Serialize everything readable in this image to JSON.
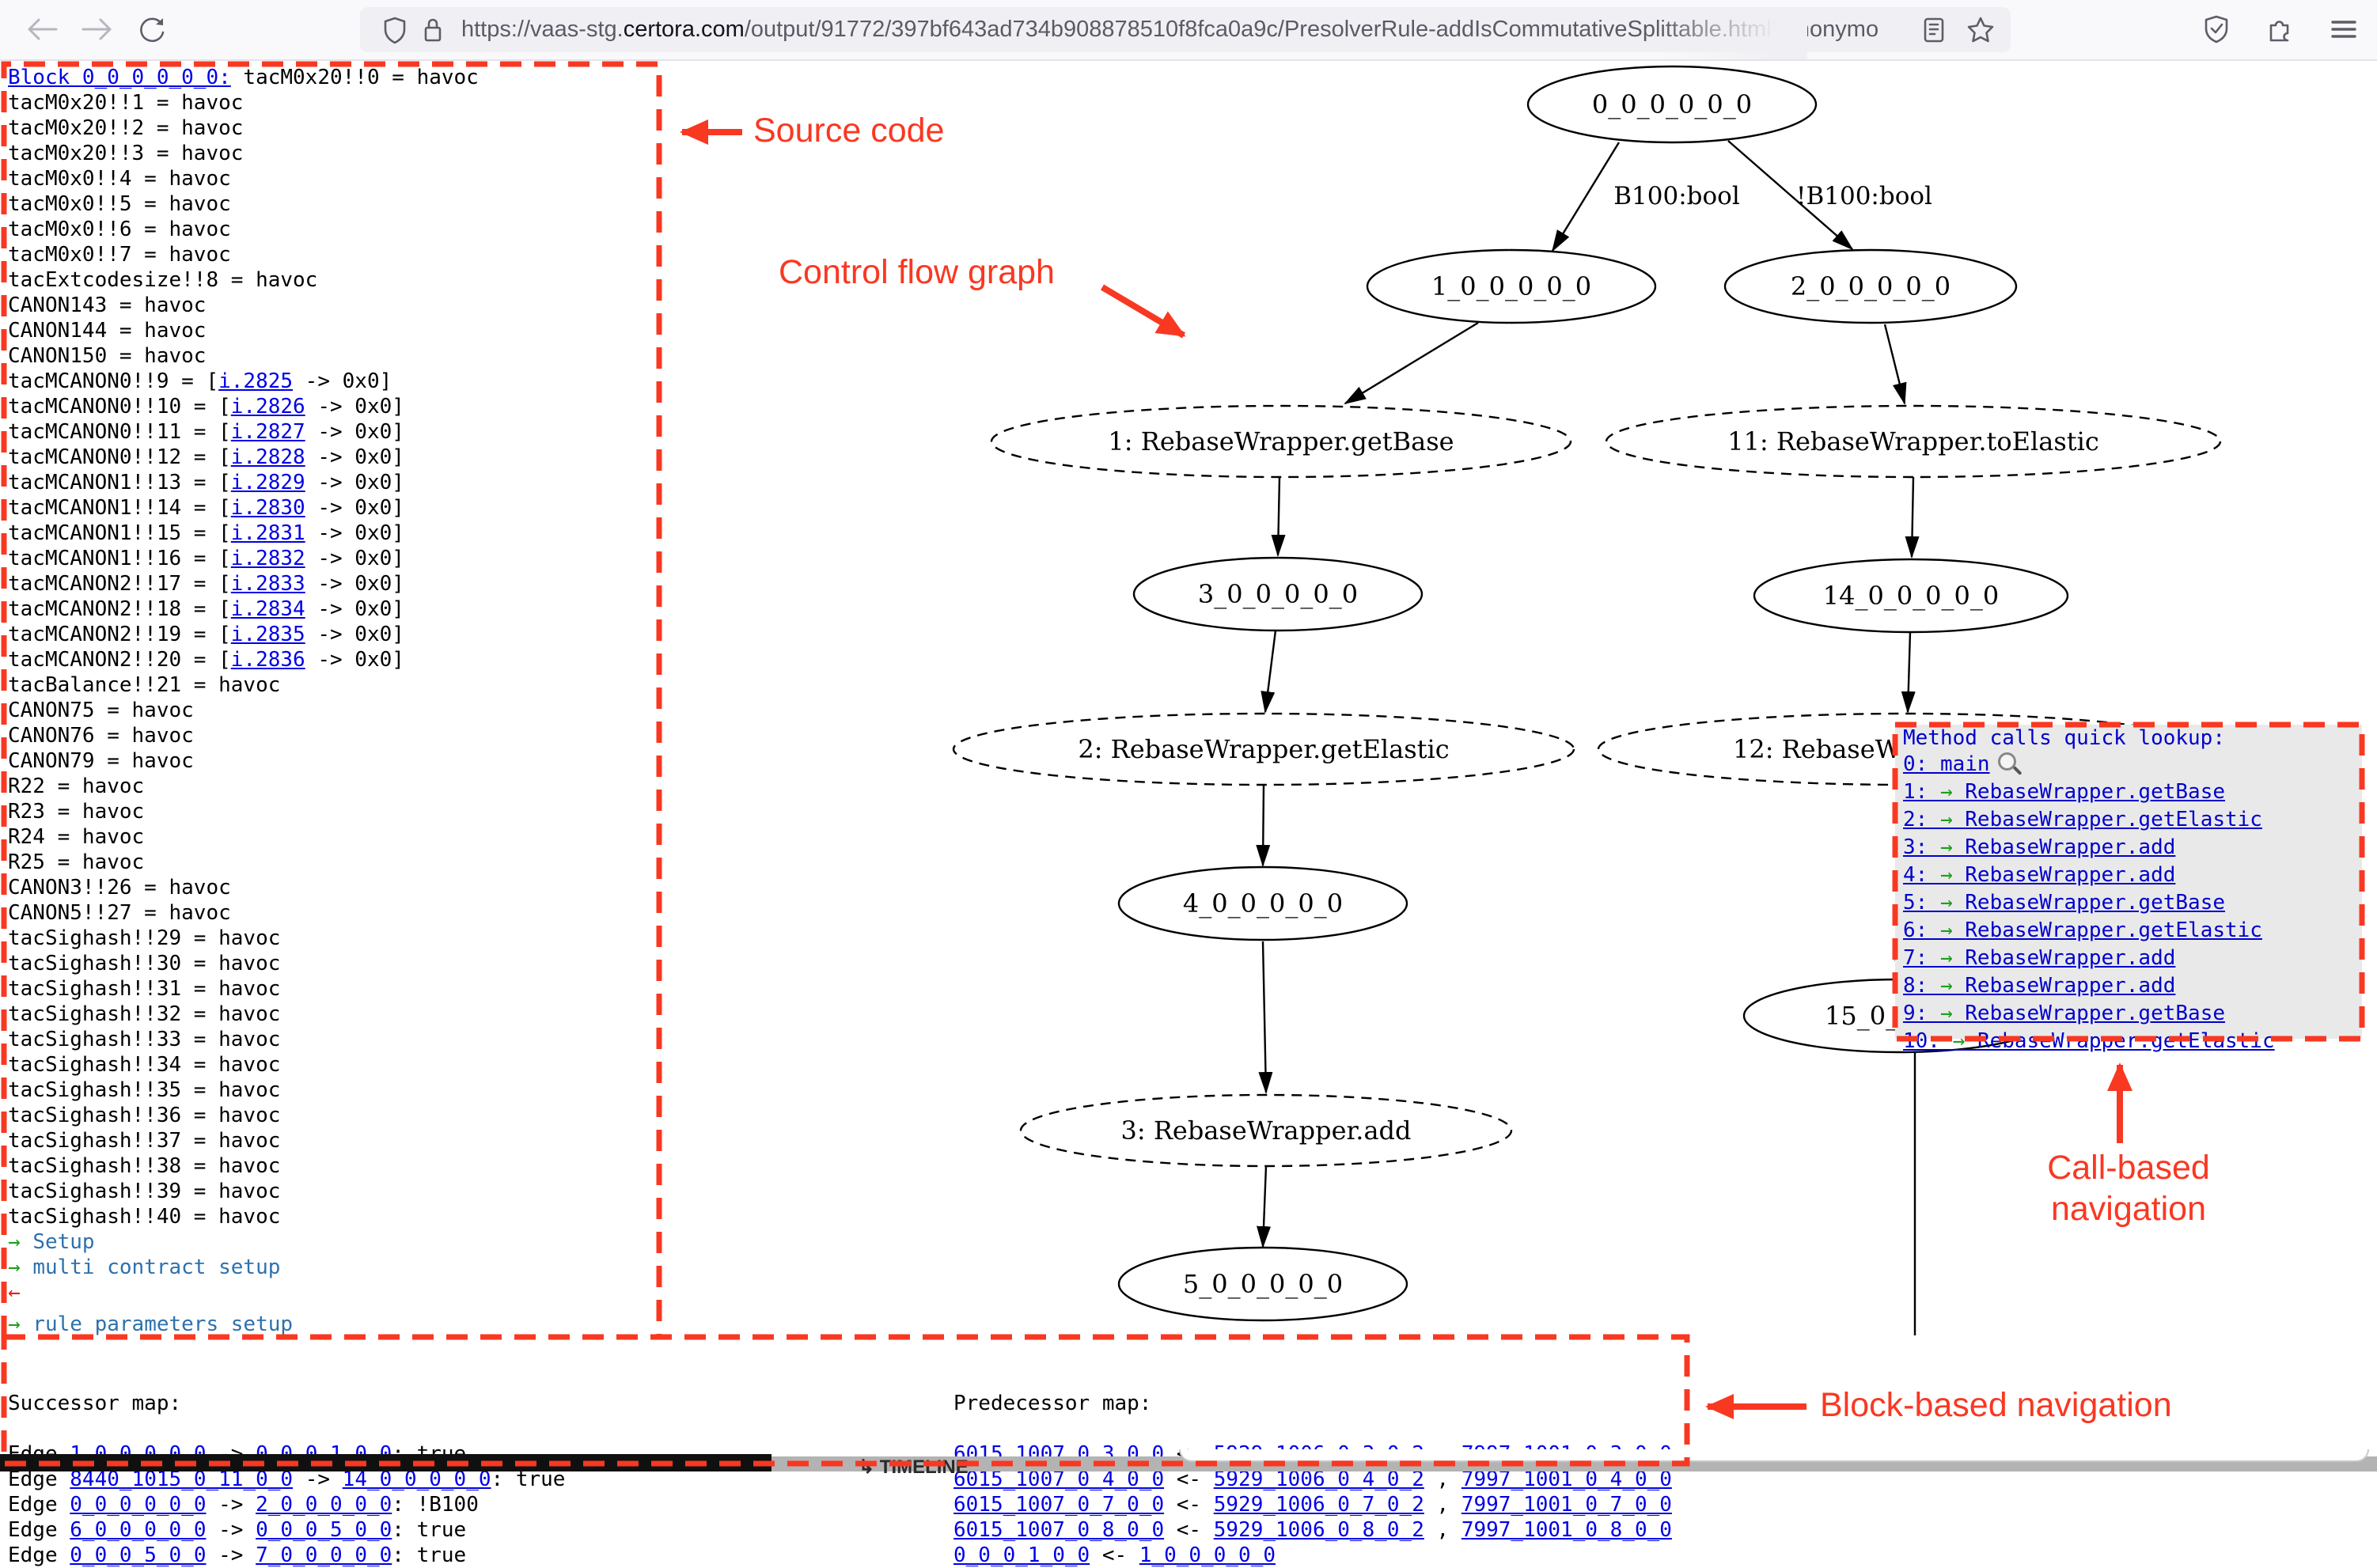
{
  "browser": {
    "url": {
      "prefix": "https://vaas-stg.",
      "domain": "certora.com",
      "path": "/output/91772/397bf643ad734b908878510f8fca0a9c/PresolverRule-addIsCommutativeSplittable.html?anonymo"
    }
  },
  "colors": {
    "annotation_red": "#f93822",
    "link_blue": "#0000e6",
    "setup_blue": "#2d71ad",
    "arrow_green": "#1ca01c",
    "panel_gray": "#e9e9e9"
  },
  "annotations": {
    "source_code": "Source code",
    "control_flow_graph": "Control flow graph",
    "call_based_line1": "Call-based",
    "call_based_line2": "navigation",
    "block_based": "Block-based navigation"
  },
  "source_panel": {
    "lines": [
      [
        [
          "l",
          "Block 0_0_0_0_0_0:"
        ],
        [
          "t",
          " tacM0x20!!0 = havoc"
        ]
      ],
      [
        [
          "t",
          "tacM0x20!!1 = havoc"
        ]
      ],
      [
        [
          "t",
          "tacM0x20!!2 = havoc"
        ]
      ],
      [
        [
          "t",
          "tacM0x20!!3 = havoc"
        ]
      ],
      [
        [
          "t",
          "tacM0x0!!4 = havoc"
        ]
      ],
      [
        [
          "t",
          "tacM0x0!!5 = havoc"
        ]
      ],
      [
        [
          "t",
          "tacM0x0!!6 = havoc"
        ]
      ],
      [
        [
          "t",
          "tacM0x0!!7 = havoc"
        ]
      ],
      [
        [
          "t",
          "tacExtcodesize!!8 = havoc"
        ]
      ],
      [
        [
          "t",
          "CANON143 = havoc"
        ]
      ],
      [
        [
          "t",
          "CANON144 = havoc"
        ]
      ],
      [
        [
          "t",
          "CANON150 = havoc"
        ]
      ],
      [
        [
          "t",
          "tacMCANON0!!9 = ["
        ],
        [
          "l",
          "i.2825"
        ],
        [
          "t",
          " -> 0x0]"
        ]
      ],
      [
        [
          "t",
          "tacMCANON0!!10 = ["
        ],
        [
          "l",
          "i.2826"
        ],
        [
          "t",
          " -> 0x0]"
        ]
      ],
      [
        [
          "t",
          "tacMCANON0!!11 = ["
        ],
        [
          "l",
          "i.2827"
        ],
        [
          "t",
          " -> 0x0]"
        ]
      ],
      [
        [
          "t",
          "tacMCANON0!!12 = ["
        ],
        [
          "l",
          "i.2828"
        ],
        [
          "t",
          " -> 0x0]"
        ]
      ],
      [
        [
          "t",
          "tacMCANON1!!13 = ["
        ],
        [
          "l",
          "i.2829"
        ],
        [
          "t",
          " -> 0x0]"
        ]
      ],
      [
        [
          "t",
          "tacMCANON1!!14 = ["
        ],
        [
          "l",
          "i.2830"
        ],
        [
          "t",
          " -> 0x0]"
        ]
      ],
      [
        [
          "t",
          "tacMCANON1!!15 = ["
        ],
        [
          "l",
          "i.2831"
        ],
        [
          "t",
          " -> 0x0]"
        ]
      ],
      [
        [
          "t",
          "tacMCANON1!!16 = ["
        ],
        [
          "l",
          "i.2832"
        ],
        [
          "t",
          " -> 0x0]"
        ]
      ],
      [
        [
          "t",
          "tacMCANON2!!17 = ["
        ],
        [
          "l",
          "i.2833"
        ],
        [
          "t",
          " -> 0x0]"
        ]
      ],
      [
        [
          "t",
          "tacMCANON2!!18 = ["
        ],
        [
          "l",
          "i.2834"
        ],
        [
          "t",
          " -> 0x0]"
        ]
      ],
      [
        [
          "t",
          "tacMCANON2!!19 = ["
        ],
        [
          "l",
          "i.2835"
        ],
        [
          "t",
          " -> 0x0]"
        ]
      ],
      [
        [
          "t",
          "tacMCANON2!!20 = ["
        ],
        [
          "l",
          "i.2836"
        ],
        [
          "t",
          " -> 0x0]"
        ]
      ],
      [
        [
          "t",
          "tacBalance!!21 = havoc"
        ]
      ],
      [
        [
          "t",
          "CANON75 = havoc"
        ]
      ],
      [
        [
          "t",
          "CANON76 = havoc"
        ]
      ],
      [
        [
          "t",
          "CANON79 = havoc"
        ]
      ],
      [
        [
          "t",
          "R22 = havoc"
        ]
      ],
      [
        [
          "t",
          "R23 = havoc"
        ]
      ],
      [
        [
          "t",
          "R24 = havoc"
        ]
      ],
      [
        [
          "t",
          "R25 = havoc"
        ]
      ],
      [
        [
          "t",
          "CANON3!!26 = havoc"
        ]
      ],
      [
        [
          "t",
          "CANON5!!27 = havoc"
        ]
      ],
      [
        [
          "t",
          "tacSighash!!29 = havoc"
        ]
      ],
      [
        [
          "t",
          "tacSighash!!30 = havoc"
        ]
      ],
      [
        [
          "t",
          "tacSighash!!31 = havoc"
        ]
      ],
      [
        [
          "t",
          "tacSighash!!32 = havoc"
        ]
      ],
      [
        [
          "t",
          "tacSighash!!33 = havoc"
        ]
      ],
      [
        [
          "t",
          "tacSighash!!34 = havoc"
        ]
      ],
      [
        [
          "t",
          "tacSighash!!35 = havoc"
        ]
      ],
      [
        [
          "t",
          "tacSighash!!36 = havoc"
        ]
      ],
      [
        [
          "t",
          "tacSighash!!37 = havoc"
        ]
      ],
      [
        [
          "t",
          "tacSighash!!38 = havoc"
        ]
      ],
      [
        [
          "t",
          "tacSighash!!39 = havoc"
        ]
      ],
      [
        [
          "t",
          "tacSighash!!40 = havoc"
        ]
      ],
      [
        [
          "g",
          "→ "
        ],
        [
          "b",
          "Setup"
        ]
      ],
      [
        [
          "g",
          "→ "
        ],
        [
          "b",
          "multi contract setup"
        ]
      ],
      [
        [
          "r",
          "←"
        ]
      ],
      [
        [
          "s",
          ""
        ]
      ],
      [
        [
          "g",
          "→ "
        ],
        [
          "b",
          "rule parameters setup"
        ]
      ]
    ]
  },
  "successor_map": {
    "title": "Successor map:",
    "rows": [
      [
        [
          "t",
          "Edge "
        ],
        [
          "l",
          "1_0_0_0_0_0"
        ],
        [
          "t",
          " -> "
        ],
        [
          "l",
          "0_0_0_1_0_0"
        ],
        [
          "t",
          ": true"
        ]
      ],
      [
        [
          "t",
          "Edge "
        ],
        [
          "l",
          "8440_1015_0_11_0_0"
        ],
        [
          "t",
          " -> "
        ],
        [
          "l",
          "14_0_0_0_0_0"
        ],
        [
          "t",
          ": true"
        ]
      ],
      [
        [
          "t",
          "Edge "
        ],
        [
          "l",
          "0_0_0_0_0_0"
        ],
        [
          "t",
          " -> "
        ],
        [
          "l",
          "2_0_0_0_0_0"
        ],
        [
          "t",
          ": !B100"
        ]
      ],
      [
        [
          "t",
          "Edge "
        ],
        [
          "l",
          "6_0_0_0_0_0"
        ],
        [
          "t",
          " -> "
        ],
        [
          "l",
          "0_0_0_5_0_0"
        ],
        [
          "t",
          ": true"
        ]
      ],
      [
        [
          "t",
          "Edge "
        ],
        [
          "l",
          "0_0_0_5_0_0"
        ],
        [
          "t",
          " -> "
        ],
        [
          "l",
          "7_0_0_0_0_0"
        ],
        [
          "t",
          ": true"
        ]
      ]
    ]
  },
  "predecessor_map": {
    "title": "Predecessor map:",
    "rows": [
      [
        [
          "l",
          "6015_1007_0_3_0_0"
        ],
        [
          "t",
          " <- "
        ],
        [
          "l",
          "5929_1006_0_3_0_2"
        ],
        [
          "t",
          " , "
        ],
        [
          "l",
          "7997_1001_0_3_0_0"
        ]
      ],
      [
        [
          "l",
          "6015_1007_0_4_0_0"
        ],
        [
          "t",
          " <- "
        ],
        [
          "l",
          "5929_1006_0_4_0_2"
        ],
        [
          "t",
          " , "
        ],
        [
          "l",
          "7997_1001_0_4_0_0"
        ]
      ],
      [
        [
          "l",
          "6015_1007_0_7_0_0"
        ],
        [
          "t",
          " <- "
        ],
        [
          "l",
          "5929_1006_0_7_0_2"
        ],
        [
          "t",
          " , "
        ],
        [
          "l",
          "7997_1001_0_7_0_0"
        ]
      ],
      [
        [
          "l",
          "6015_1007_0_8_0_0"
        ],
        [
          "t",
          " <- "
        ],
        [
          "l",
          "5929_1006_0_8_0_2"
        ],
        [
          "t",
          " , "
        ],
        [
          "l",
          "7997_1001_0_8_0_0"
        ]
      ],
      [
        [
          "l",
          "0_0_0_1_0_0"
        ],
        [
          "t",
          " <- "
        ],
        [
          "l",
          "1_0_0_0_0_0"
        ]
      ]
    ]
  },
  "method_panel": {
    "title": "Method calls quick lookup:",
    "entries": [
      {
        "num": "0: ",
        "arrow": "",
        "name": "main",
        "magnifier": true
      },
      {
        "num": "1: ",
        "arrow": "→ ",
        "name": "RebaseWrapper.getBase"
      },
      {
        "num": "2: ",
        "arrow": "→ ",
        "name": "RebaseWrapper.getElastic"
      },
      {
        "num": "3: ",
        "arrow": "→ ",
        "name": "RebaseWrapper.add"
      },
      {
        "num": "4: ",
        "arrow": "→ ",
        "name": "RebaseWrapper.add"
      },
      {
        "num": "5: ",
        "arrow": "→ ",
        "name": "RebaseWrapper.getBase"
      },
      {
        "num": "6: ",
        "arrow": "→ ",
        "name": "RebaseWrapper.getElastic"
      },
      {
        "num": "7: ",
        "arrow": "→ ",
        "name": "RebaseWrapper.add"
      },
      {
        "num": "8: ",
        "arrow": "→ ",
        "name": "RebaseWrapper.add"
      },
      {
        "num": "9: ",
        "arrow": "→ ",
        "name": "RebaseWrapper.getBase"
      },
      {
        "num": "10: ",
        "arrow": "→ ",
        "name": "RebaseWrapper.getElastic"
      }
    ]
  },
  "graph": {
    "nodes": [
      {
        "id": "n0",
        "label": "0_0_0_0_0_0",
        "dashed": false
      },
      {
        "id": "n1",
        "label": "1_0_0_0_0_0",
        "dashed": false
      },
      {
        "id": "n2",
        "label": "2_0_0_0_0_0",
        "dashed": false
      },
      {
        "id": "b1",
        "label": "1: RebaseWrapper.getBase",
        "dashed": true
      },
      {
        "id": "b11",
        "label": "11: RebaseWrapper.toElastic",
        "dashed": true
      },
      {
        "id": "n3",
        "label": "3_0_0_0_0_0",
        "dashed": false
      },
      {
        "id": "n14",
        "label": "14_0_0_0_0_0",
        "dashed": false
      },
      {
        "id": "b2",
        "label": "2: RebaseWrapper.getElastic",
        "dashed": true
      },
      {
        "id": "b12",
        "label": "12: RebaseW",
        "dashed": true,
        "truncated": true
      },
      {
        "id": "n4",
        "label": "4_0_0_0_0_0",
        "dashed": false
      },
      {
        "id": "n15",
        "label": "15_0_",
        "dashed": false,
        "truncated": true
      },
      {
        "id": "b3",
        "label": "3: RebaseWrapper.add",
        "dashed": true
      },
      {
        "id": "n5",
        "label": "5_0_0_0_0_0",
        "dashed": false
      }
    ],
    "edges": [
      {
        "from": "n0",
        "to": "n1",
        "label": "B100:bool"
      },
      {
        "from": "n0",
        "to": "n2",
        "label": "!B100:bool"
      },
      {
        "from": "n1",
        "to": "b1"
      },
      {
        "from": "n2",
        "to": "b11"
      },
      {
        "from": "b1",
        "to": "n3"
      },
      {
        "from": "b11",
        "to": "n14"
      },
      {
        "from": "n3",
        "to": "b2"
      },
      {
        "from": "n14",
        "to": "b12"
      },
      {
        "from": "b2",
        "to": "n4"
      },
      {
        "from": "b12",
        "to": "n15"
      },
      {
        "from": "n4",
        "to": "b3"
      },
      {
        "from": "b3",
        "to": "n5"
      },
      {
        "from": "n15",
        "to": "offscreen-bottom",
        "no_arrow": true
      }
    ]
  },
  "bottom_bar": {
    "timeline": "↳ TIMELINE"
  }
}
